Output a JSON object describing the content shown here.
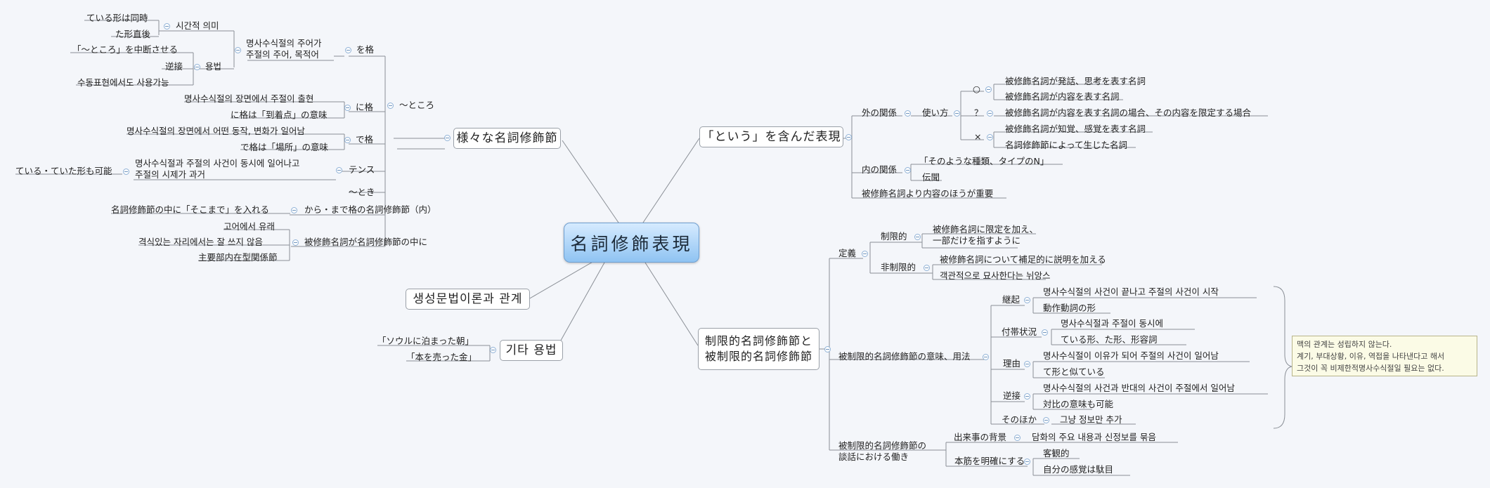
{
  "center": "名詞修飾表現",
  "branches": {
    "samazama": "様々な名詞修飾節",
    "seisei": "생성문법이론과 관계",
    "sonota": "기타 용법",
    "toiu": "「という」を含んだ表現",
    "seigen": [
      "制限的名詞修飾節と",
      "被制限的名詞修飾節"
    ]
  },
  "left": {
    "tokoro": "～ところ",
    "wokaku": "を格",
    "shugo": [
      "명사수식절의 주어가",
      "주절의 주어, 목적어"
    ],
    "jikanteki": "시간적 의미",
    "teiru": "ている形は同時",
    "takei": "た形直後",
    "yoho": "용법",
    "chudan": "「～ところ」を中断させる",
    "gyakusetsu": "逆接",
    "ukemi": "수동표현에서도 사용가능",
    "nikaku": "に格",
    "niA": "명사수식절의 장면에서 주절이 출현",
    "niB": "に格は「到着点」の意味",
    "dekaku": "で格",
    "deA": "명사수식절의 장면에서 어떤 동작, 변화가 일어남",
    "deB": "で格は「場所」の意味",
    "tense": "テンス",
    "tenseA": [
      "명사수식절과 주절의 사건이 동시에 일어나고",
      "주절의 시제가 과거"
    ],
    "teita": "ている・ていた形も可能",
    "toki": "～とき",
    "karamade": "から・まで格の名詞修飾節（内）",
    "sokomade": "名詞修飾節の中に「そこまで」を入れる",
    "hishuin": "被修飾名詞が名詞修飾節の中に",
    "koeo": "고어에서 유래",
    "kakushiki": "격식있는 자리에서는 잘 쓰지 않음",
    "shuyo": "主要部内在型関係節",
    "seoul": "「ソウルに泊まった朝」",
    "hon": "「本を売った金」"
  },
  "right": {
    "soto": "外の関係",
    "tsukaikata": "使い方",
    "maru": "○",
    "hatena": "？",
    "batsu": "×",
    "r1": "被修飾名詞が発話、思考を表す名詞",
    "r2": "被修飾名詞が内容を表す名詞",
    "r3": "被修飾名詞が内容を表す名詞の場合、その内容を限定する場合",
    "r4": "被修飾名詞が知覚、感覚を表す名詞",
    "r5": "名詞修飾節によって生じた名詞",
    "uchi": "内の関係",
    "sonoyona": "「そのような種類、タイプのN」",
    "denbun": "伝聞",
    "juyo": "被修飾名詞より内容のほうが重要",
    "teigi": "定義",
    "seigenteki": "制限的",
    "seigenA": [
      "被修飾名詞に限定を加え、",
      "一部だけを指すように"
    ],
    "hiseigenteki": "非制限的",
    "hiseigenA": "被修飾名詞について補足的に説明を加える",
    "kyakkan": "객관적으로 묘사한다는 뉘앙스",
    "imi": "被制限的名詞修飾節の意味、用法",
    "keiki": "継起",
    "keikiA": "명사수식절의 사건이 끝나고 주절의 사건이 시작",
    "keikiB": "動作動詞の形",
    "futai": "付帯状況",
    "futaiA": "명사수식절과 주절이 동시에",
    "futaiB": "ている形、た形、形容詞",
    "riyu": "理由",
    "riyuA": "명사수식절이 이유가 되어 주절의 사건이 일어남",
    "riyuB": "て形と似ている",
    "gyaku": "逆接",
    "gyakuA": "명사수식절의 사건과 반대의 사건이 주절에서 일어남",
    "gyakuB": "対比の意味も可能",
    "sonohoka": "そのほか",
    "sonohokaA": "그냥 정보만 추가",
    "note": [
      "맥의 관계는 성립하지 않는다.",
      "계기, 부대상황, 이유, 역접을 나타낸다고 해서",
      "그것이 꼭 비제한적명사수식절일 필요는 없다."
    ],
    "danwa": [
      "被制限的名詞修飾節の",
      "談話における働き"
    ],
    "haikei": "出来事の背景",
    "haikeiA": "담화의 주요 내용과 신정보를 묶음",
    "honsuji": "本筋を明確にする",
    "kyakkanteki": "客観的",
    "jibun": "自分の感覚は駄目"
  }
}
